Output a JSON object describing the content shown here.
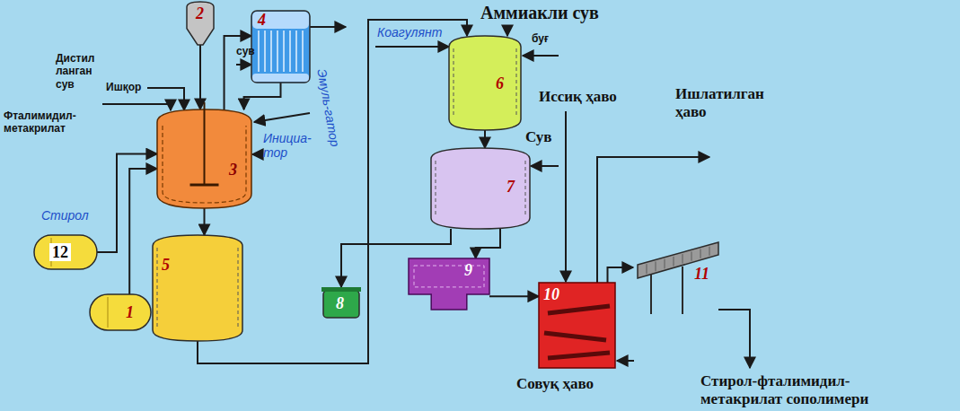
{
  "diagram": {
    "nodes": [
      {
        "text": [
          "1"
        ]
      },
      {
        "text": [
          "2"
        ]
      },
      {
        "text": [
          "3"
        ]
      },
      {
        "text": [
          "4"
        ]
      },
      {
        "text": [
          "5"
        ]
      },
      {
        "text": [
          "6"
        ]
      },
      {
        "text": [
          "7"
        ]
      },
      {
        "text": [
          "8"
        ]
      },
      {
        "text": [
          "9"
        ]
      },
      {
        "text": [
          "10"
        ]
      },
      {
        "text": [
          "11"
        ]
      },
      {
        "text": [
          "12"
        ]
      }
    ],
    "edges": [
      {
        "from": 0,
        "to": 2,
        "arrow": "to"
      },
      {
        "from": 11,
        "to": 2,
        "arrow": "to"
      },
      {
        "from": 1,
        "to": 2,
        "arrow": "to"
      },
      {
        "from": 2,
        "to": 3,
        "arrow": "to"
      },
      {
        "from": 3,
        "to": 2,
        "arrow": "to"
      },
      {
        "from": 2,
        "to": 4,
        "arrow": "to"
      },
      {
        "from": 4,
        "to": 5,
        "arrow": "to"
      },
      {
        "from": 5,
        "to": 6,
        "arrow": "to"
      },
      {
        "from": 6,
        "to": 7,
        "arrow": "to"
      },
      {
        "from": 6,
        "to": 8,
        "arrow": "to"
      },
      {
        "from": 8,
        "to": 9,
        "arrow": "to"
      },
      {
        "from": 9,
        "to": 10,
        "arrow": "to"
      }
    ],
    "labels": [
      "Дистил ланган сув",
      "Ишқор",
      "Фталимидил-метакрилат",
      "Стирол",
      "сув",
      "Эмуль-гатор",
      "Инициа-тор",
      "Коагулянт",
      "Аммиакли сув",
      "буғ",
      "Сув",
      "Иссиқ ҳаво",
      "Ишлатилган ҳаво",
      "Совуқ ҳаво",
      "Стирол-фталимидил-метакрилат сополимери"
    ]
  }
}
